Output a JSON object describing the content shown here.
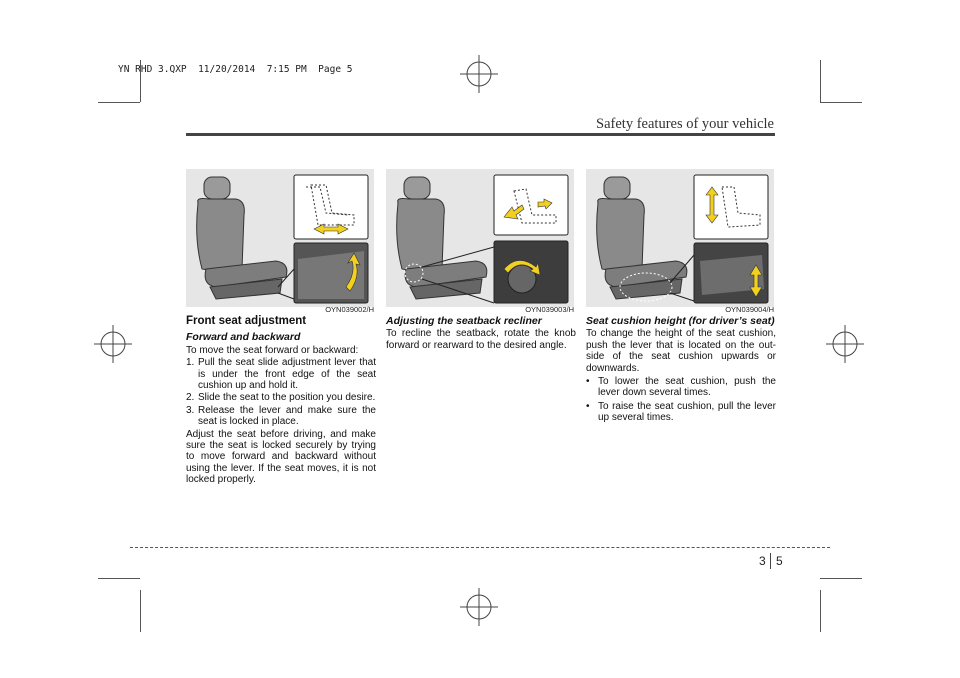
{
  "slug": "YN RHD 3.QXP  11/20/2014  7:15 PM  Page 5",
  "header": {
    "title": "Safety features of your vehicle"
  },
  "figures": [
    {
      "code": "OYN039002/H"
    },
    {
      "code": "OYN039003/H"
    },
    {
      "code": "OYN039004/H"
    }
  ],
  "col1": {
    "heading": "Front seat adjustment",
    "subheading": "Forward and backward",
    "intro": "To move the seat forward or backward:",
    "steps": [
      {
        "num": "1.",
        "text": "Pull the seat slide adjustment lever that is under the front edge of the seat cushion up and hold it."
      },
      {
        "num": "2.",
        "text": "Slide the seat to the position you desire."
      },
      {
        "num": "3.",
        "text": "Release the lever and make sure the seat is locked in place."
      }
    ],
    "body": "Adjust the seat before driving, and make sure the seat is locked securely by trying to move forward and backward without using the lever. If the seat moves, it is not locked properly."
  },
  "col2": {
    "subheading": "Adjusting the seatback recliner",
    "body": "To recline the seatback, rotate the knob forward or rearward to the desired angle."
  },
  "col3": {
    "subheading": "Seat cushion height (for driver’s seat)",
    "body": "To change the height of the seat cushion, push the lever that is located on the out-side of the seat cushion upwards or downwards.",
    "bullets": [
      {
        "mark": "•",
        "text": "To lower the seat cushion, push the lever down several times."
      },
      {
        "mark": "•",
        "text": "To raise the seat cushion, pull the lever up several times."
      }
    ]
  },
  "page": {
    "chapter": "3",
    "number": "5"
  },
  "colors": {
    "arrow": "#f2d020",
    "rule": "#444444",
    "seat": "#8a8a8a"
  }
}
